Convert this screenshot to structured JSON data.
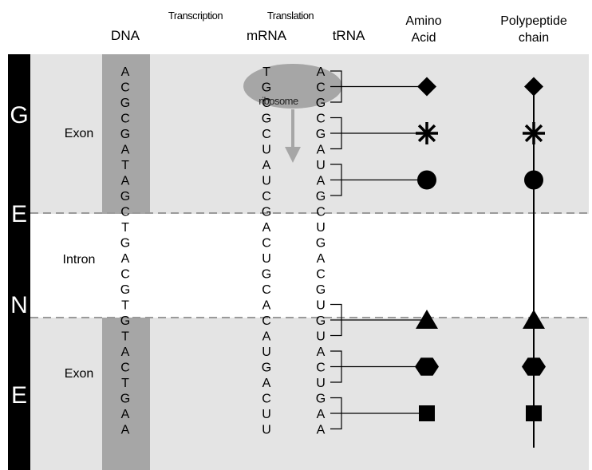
{
  "headers": {
    "dna": "DNA",
    "transcription": "Transcription",
    "translation": "Translation",
    "mrna": "mRNA",
    "trna": "tRNA",
    "amino_acid_line1": "Amino",
    "amino_acid_line2": "Acid",
    "polypeptide_line1": "Polypeptide",
    "polypeptide_line2": "chain"
  },
  "gene_letters": [
    "G",
    "E",
    "N",
    "E"
  ],
  "region_labels": {
    "exon_top": "Exon",
    "intron": "Intron",
    "exon_bottom": "Exon"
  },
  "ribosome_label": "ribosome",
  "sequences": {
    "dna": [
      "A",
      "C",
      "G",
      "C",
      "G",
      "A",
      "T",
      "A",
      "G",
      "C",
      "T",
      "G",
      "A",
      "C",
      "G",
      "T",
      "G",
      "T",
      "A",
      "C",
      "T",
      "G",
      "A",
      "A"
    ],
    "mrna": [
      "T",
      "G",
      "C",
      "G",
      "C",
      "U",
      "A",
      "U",
      "C",
      "G",
      "A",
      "C",
      "U",
      "G",
      "C",
      "A",
      "C",
      "A",
      "U",
      "G",
      "A",
      "C",
      "U",
      "U"
    ],
    "trna": [
      "A",
      "C",
      "G",
      "C",
      "G",
      "A",
      "U",
      "A",
      "G",
      "C",
      "U",
      "G",
      "A",
      "C",
      "G",
      "U",
      "G",
      "U",
      "A",
      "C",
      "U",
      "G",
      "A",
      "A"
    ]
  },
  "amino_acids": [
    {
      "shape": "diamond",
      "codon_start": 0
    },
    {
      "shape": "asterisk",
      "codon_start": 3
    },
    {
      "shape": "circle",
      "codon_start": 6
    },
    {
      "shape": "triangle",
      "codon_start": 15
    },
    {
      "shape": "hexagon",
      "codon_start": 18
    },
    {
      "shape": "square",
      "codon_start": 21
    }
  ],
  "colors": {
    "exon_band": "#e4e4e4",
    "dna_exon_highlight": "#a6a6a6",
    "ribosome": "#a6a6a6",
    "arrow": "#a6a6a6",
    "gene_bar": "#000000",
    "divider": "#9a9a9a"
  }
}
